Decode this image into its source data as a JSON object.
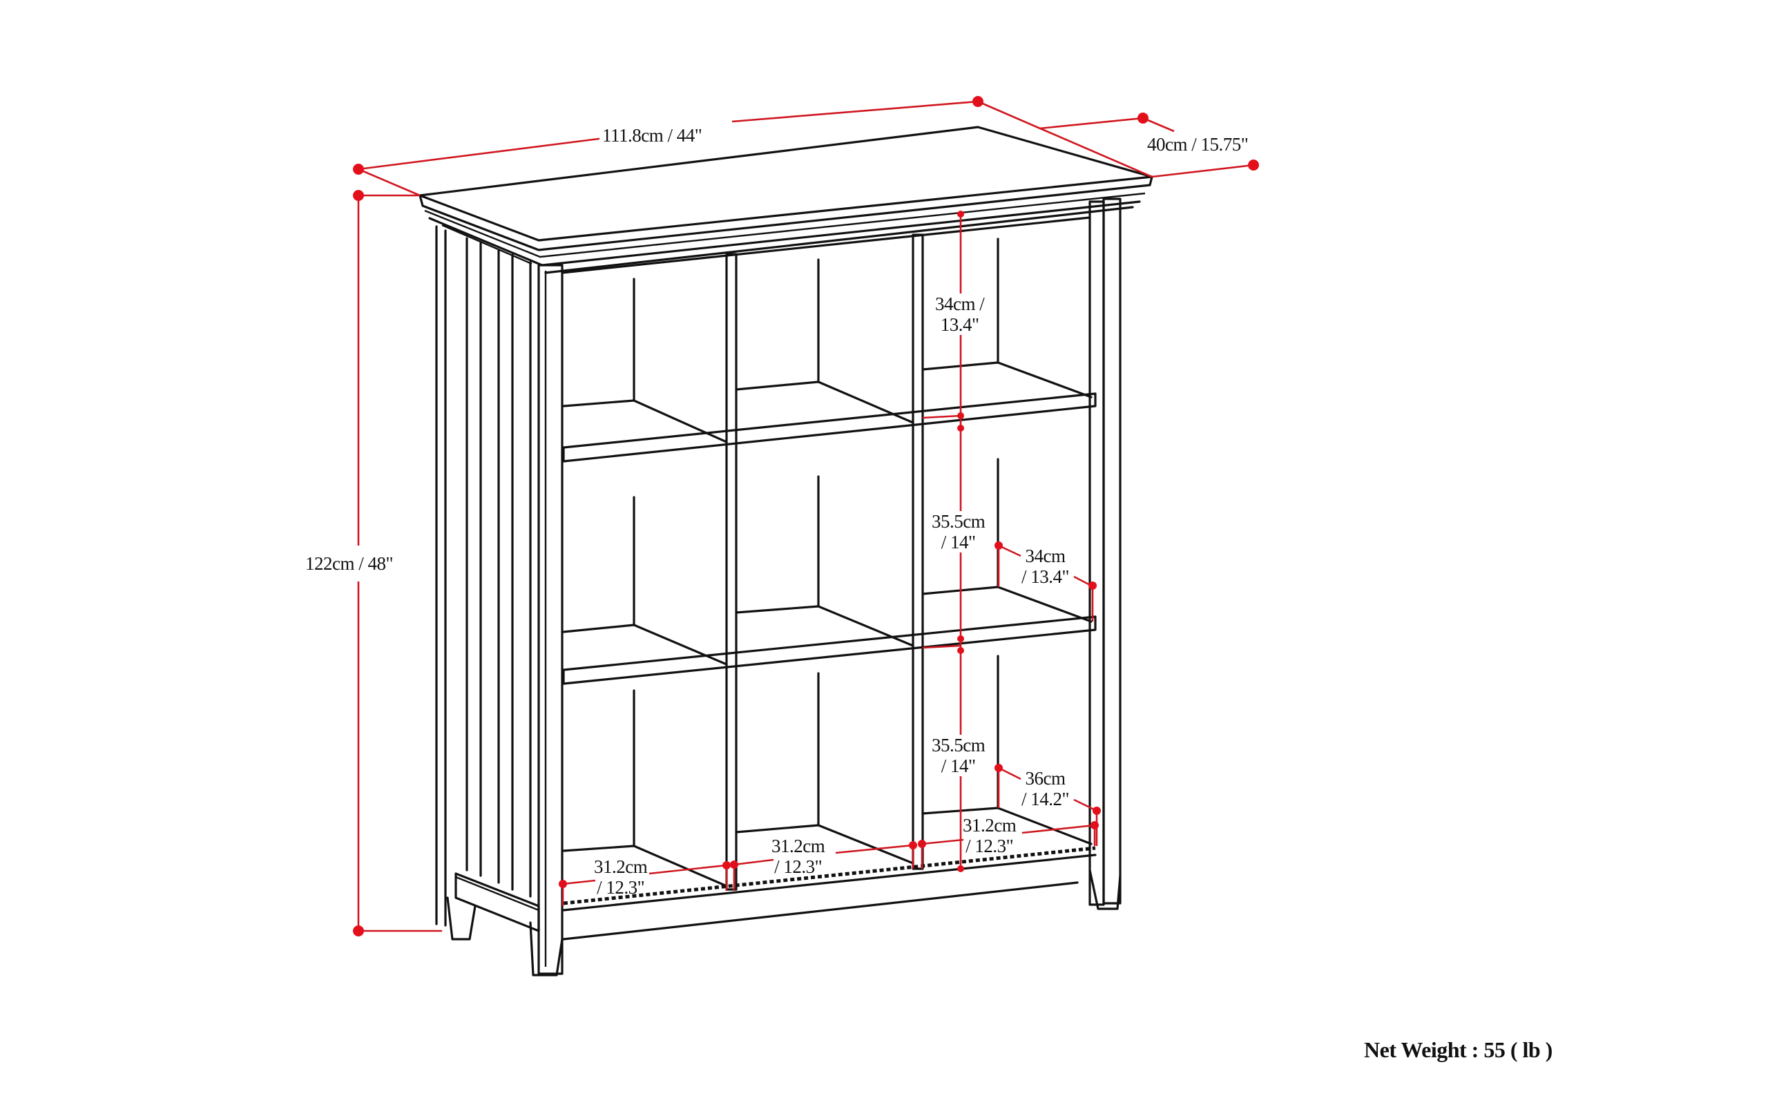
{
  "figure": {
    "type": "product dimension diagram",
    "subject": "3x3 cube storage bookcase"
  },
  "dimensions": {
    "overall_width": "111.8cm / 44\"",
    "overall_depth": "40cm / 15.75\"",
    "overall_height": "122cm / 48\"",
    "top_cube_height": {
      "line1": "34cm /",
      "line2": "13.4\""
    },
    "middle_cube_height": {
      "line1": "35.5cm",
      "line2": "/ 14\""
    },
    "middle_cube_depth": {
      "line1": "34cm",
      "line2": "/ 13.4\""
    },
    "bottom_cube_height": {
      "line1": "35.5cm",
      "line2": "/ 14\""
    },
    "bottom_cube_depth": {
      "line1": "36cm",
      "line2": "/ 14.2\""
    },
    "cube_width_left": {
      "line1": "31.2cm",
      "line2": "/ 12.3\""
    },
    "cube_width_center": {
      "line1": "31.2cm",
      "line2": "/ 12.3\""
    },
    "cube_width_right": {
      "line1": "31.2cm",
      "line2": "/ 12.3\""
    }
  },
  "net_weight": "Net Weight : 55 ( lb )",
  "colors": {
    "line": "#111111",
    "dimension": "#d0161f",
    "background": "#ffffff"
  }
}
